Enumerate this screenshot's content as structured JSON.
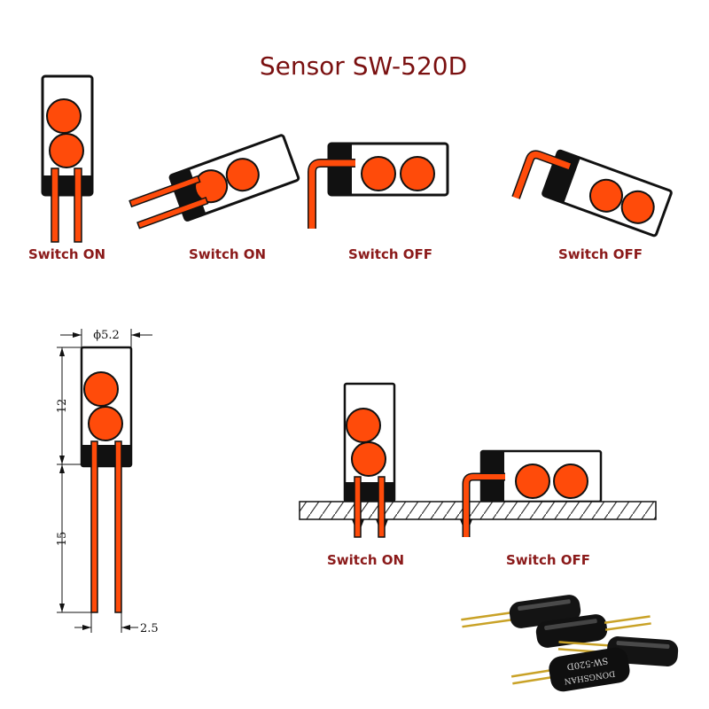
{
  "title": "Sensor SW-520D",
  "top_row_labels": [
    "Switch ON",
    "Switch ON",
    "Switch OFF",
    "Switch OFF"
  ],
  "dimensions": {
    "diameter": "ϕ5.2",
    "body_length": "12",
    "lead_length": "15",
    "pitch": "2.5"
  },
  "bottom_labels": [
    "Switch ON",
    "Switch OFF"
  ],
  "photo_markings": {
    "part": "SW-520D",
    "maker": "DONGSHAN"
  },
  "colors": {
    "ball": "#ff4b0a",
    "lead": "#ff4b0a",
    "title": "#7a1010",
    "label": "#8b1a1a"
  }
}
